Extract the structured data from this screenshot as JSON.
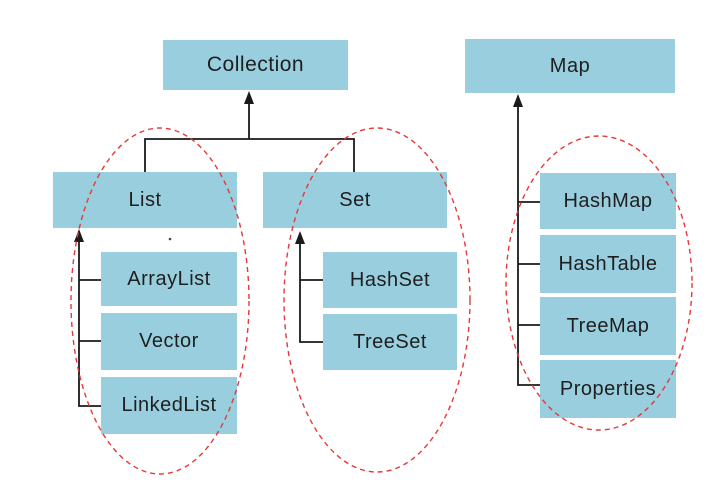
{
  "diagram": {
    "kind": "java-collections-hierarchy",
    "nodes": {
      "collection": "Collection",
      "map": "Map",
      "list": "List",
      "set": "Set",
      "arraylist": "ArrayList",
      "vector": "Vector",
      "linkedlist": "LinkedList",
      "hashset": "HashSet",
      "treeset": "TreeSet",
      "hashmap": "HashMap",
      "hashtable": "HashTable",
      "treemap": "TreeMap",
      "properties": "Properties"
    },
    "relations": [
      {
        "parent": "Collection",
        "children": [
          "List",
          "Set"
        ]
      },
      {
        "parent": "List",
        "children": [
          "ArrayList",
          "Vector",
          "LinkedList"
        ]
      },
      {
        "parent": "Set",
        "children": [
          "HashSet",
          "TreeSet"
        ]
      },
      {
        "parent": "Map",
        "children": [
          "HashMap",
          "HashTable",
          "TreeMap",
          "Properties"
        ]
      }
    ],
    "circled_groups": [
      "List branch",
      "Set branch",
      "Map branch"
    ],
    "colors": {
      "node_fill": "#98cedd",
      "connector": "#1a1a1a",
      "group_ellipse": "#e63838",
      "text": "#1f1f1f",
      "background": "#ffffff"
    }
  }
}
